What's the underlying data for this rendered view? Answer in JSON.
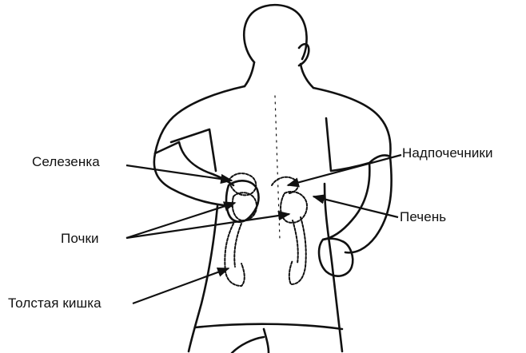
{
  "labels": {
    "spleen": "Селезенка",
    "kidneys": "Почки",
    "colon": "Толстая кишка",
    "adrenals": "Надпочечники",
    "liver": "Печень"
  },
  "colors": {
    "ink": "#111111",
    "background": "#ffffff"
  }
}
